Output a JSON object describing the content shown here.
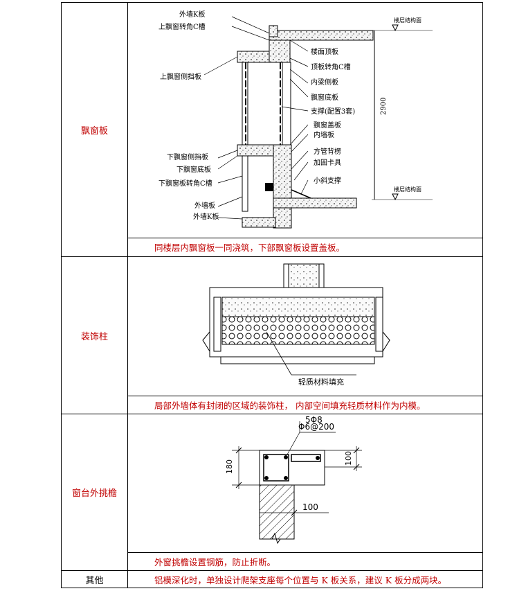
{
  "rows": [
    {
      "label": "飘窗板",
      "note": "同楼层内飘窗板一同浇筑，下部飘窗板设置盖板。",
      "figure_labels": {
        "outer_k_top": "外墙K板",
        "upper_corner_c": "上飘窗转角C槽",
        "upper_side": "上飘窗侧挡板",
        "floor_top": "楼面顶板",
        "top_corner_c": "顶板转角C槽",
        "inner_beam": "内梁侧板",
        "window_bottom": "飘窗底板",
        "support": "支撑(配置3套)",
        "window_cover": "飘窗盖板",
        "inner_wall": "内墙板",
        "tube_back": "方管背楞",
        "clamp": "加固卡具",
        "small_brace": "小斜支撑",
        "lower_side": "下飘窗侧挡板",
        "lower_bottom": "下飘窗底板",
        "lower_corner_c": "下飘窗板转角C槽",
        "outer_wall": "外墙板",
        "outer_k_bottom": "外墙K板",
        "floor_struct_top": "楼层结构面",
        "floor_struct_bottom": "楼层结构面",
        "dim_height": "2900"
      }
    },
    {
      "label": "装饰柱",
      "note": "局部外墙体有封闭的区域的装饰柱， 内部空间填充轻质材料作为内模。",
      "figure_labels": {
        "fill": "轻质材料填充"
      }
    },
    {
      "label": "窗台外挑檐",
      "note": "外窗挑檐设置钢筋，防止折断。",
      "figure_labels": {
        "rebar_main": "5Φ8",
        "rebar_stirrup": "Φ6@200",
        "dim_left": "180",
        "dim_right": "100",
        "dim_wall": "100"
      }
    },
    {
      "label": "其他",
      "note": "铝模深化时，单独设计爬架支座每个位置与 K 板关系，建议 K 板分成两块。"
    }
  ]
}
